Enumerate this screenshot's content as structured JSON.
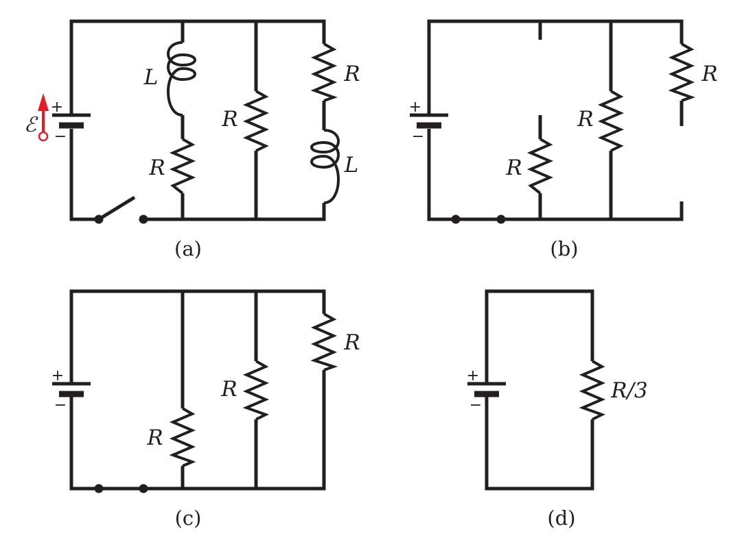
{
  "panels": {
    "a": {
      "caption": "(a)",
      "labels": {
        "inductor_left": "L",
        "resistor_left": "R",
        "resistor_middle": "R",
        "resistor_right": "R",
        "inductor_right": "L"
      },
      "battery": {
        "plus": "+",
        "minus": "−"
      },
      "emf": {
        "symbol": "ℰ",
        "arrow_color": "#e31e24"
      }
    },
    "b": {
      "caption": "(b)",
      "labels": {
        "resistor_left": "R",
        "resistor_middle": "R",
        "resistor_right": "R"
      },
      "battery": {
        "plus": "+",
        "minus": "−"
      }
    },
    "c": {
      "caption": "(c)",
      "labels": {
        "resistor_left": "R",
        "resistor_middle": "R",
        "resistor_right": "R"
      },
      "battery": {
        "plus": "+",
        "minus": "−"
      }
    },
    "d": {
      "caption": "(d)",
      "labels": {
        "resistor": "R/3"
      },
      "battery": {
        "plus": "+",
        "minus": "−"
      }
    }
  },
  "colors": {
    "wire": "#231f20",
    "emf_arrow": "#e31e24",
    "background": "#ffffff"
  }
}
